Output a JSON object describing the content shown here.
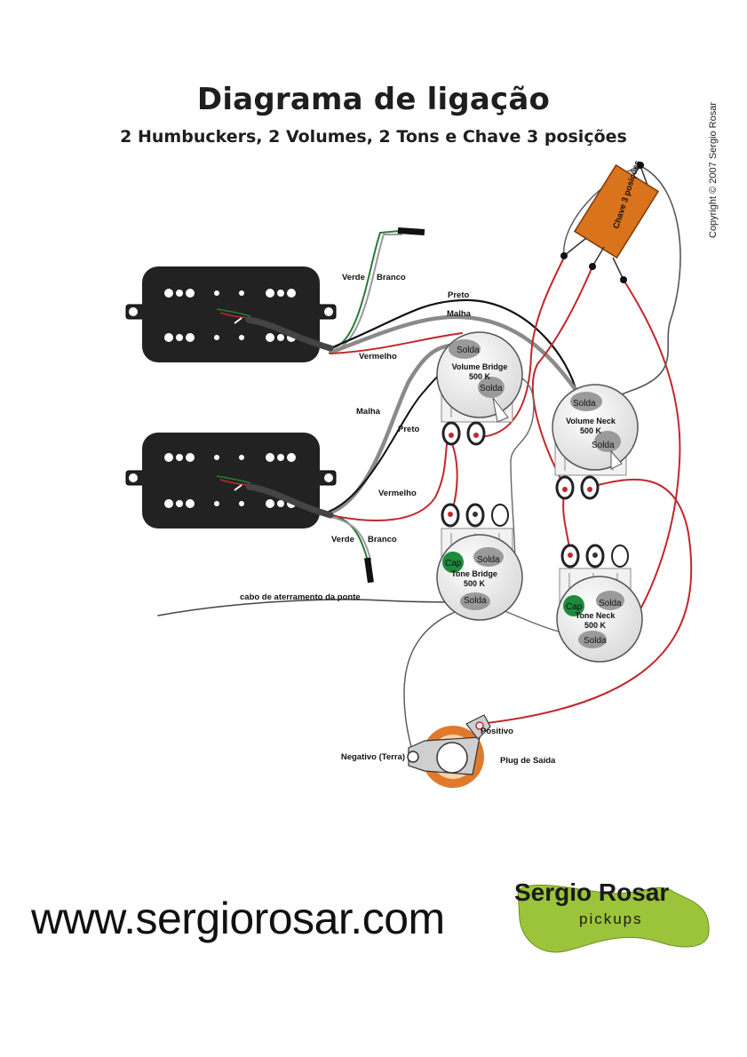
{
  "title": "Diagrama de ligação",
  "subtitle": "2 Humbuckers, 2 Volumes, 2 Tons e Chave 3 posições",
  "copyright": "Copyright © 2007 Sergio Rosar",
  "website": "www.sergiorosar.com",
  "logo": {
    "line1": "Sergio Rosar",
    "line2": "pickups"
  },
  "switch_label": "Chave 3 posições",
  "wire_labels": {
    "verde": "Verde",
    "branco": "Branco",
    "preto": "Preto",
    "malha": "Malha",
    "vermelho": "Vermelho",
    "ground_cable": "cabo de aterramento da ponte"
  },
  "pots": {
    "volume_bridge": {
      "name": "Volume Bridge",
      "value": "500 K"
    },
    "volume_neck": {
      "name": "Volume Neck",
      "value": "500 K"
    },
    "tone_bridge": {
      "name": "Tone Bridge",
      "value": "500 K"
    },
    "tone_neck": {
      "name": "Tone Neck",
      "value": "500 K"
    }
  },
  "solda": "Solda",
  "cap": "Cap",
  "jack": {
    "title": "Plug de Saída",
    "positive": "Positivo",
    "negative": "Negativo (Terra)"
  },
  "colors": {
    "red_wire": "#c1272d",
    "pickup": "#222222",
    "switch": "#d9731c",
    "cap": "#1f8a3e",
    "logo_green": "#9cc43a"
  }
}
